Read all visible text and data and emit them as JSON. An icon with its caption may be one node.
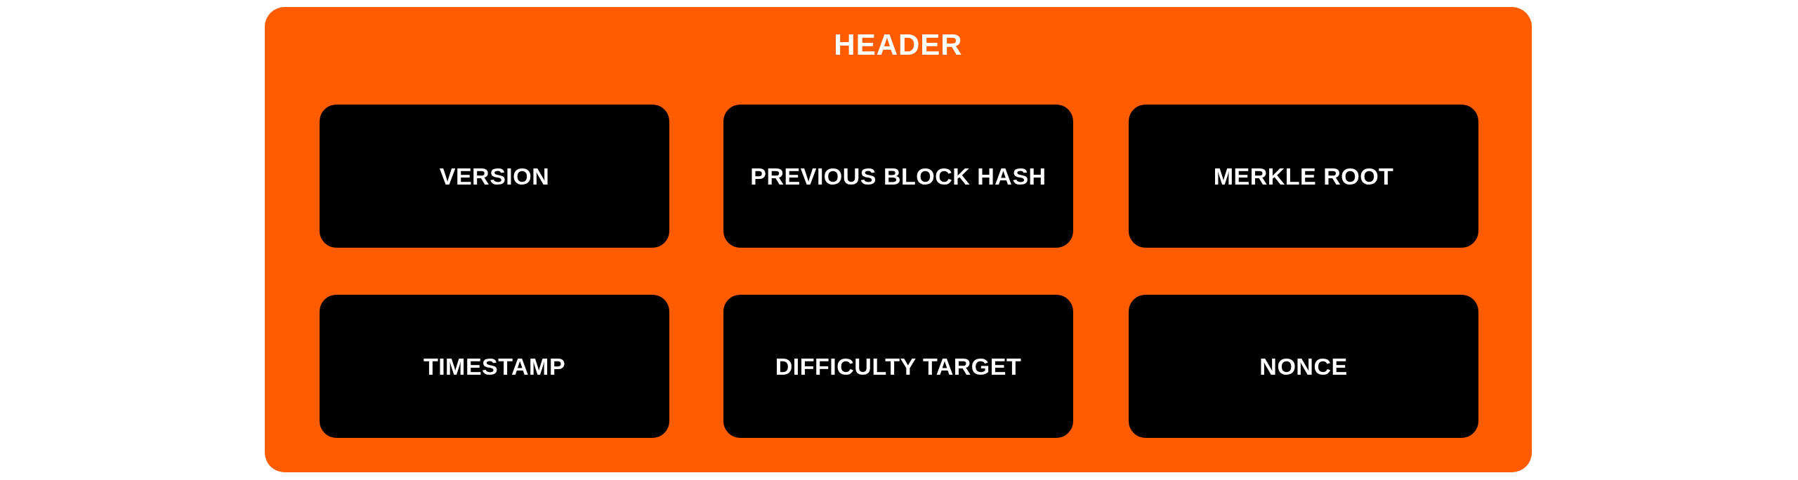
{
  "diagram": {
    "nodes": [
      {
        "text": [
          "HEADER"
        ]
      },
      {
        "text": [
          "VERSION"
        ],
        "in": 0
      },
      {
        "text": [
          "PREVIOUS BLOCK HASH"
        ],
        "in": 0
      },
      {
        "text": [
          "MERKLE ROOT"
        ],
        "in": 0
      },
      {
        "text": [
          "TIMESTAMP"
        ],
        "in": 0
      },
      {
        "text": [
          "DIFFICULTY TARGET"
        ],
        "in": 0
      },
      {
        "text": [
          "NONCE"
        ],
        "in": 0
      }
    ],
    "edges": []
  }
}
